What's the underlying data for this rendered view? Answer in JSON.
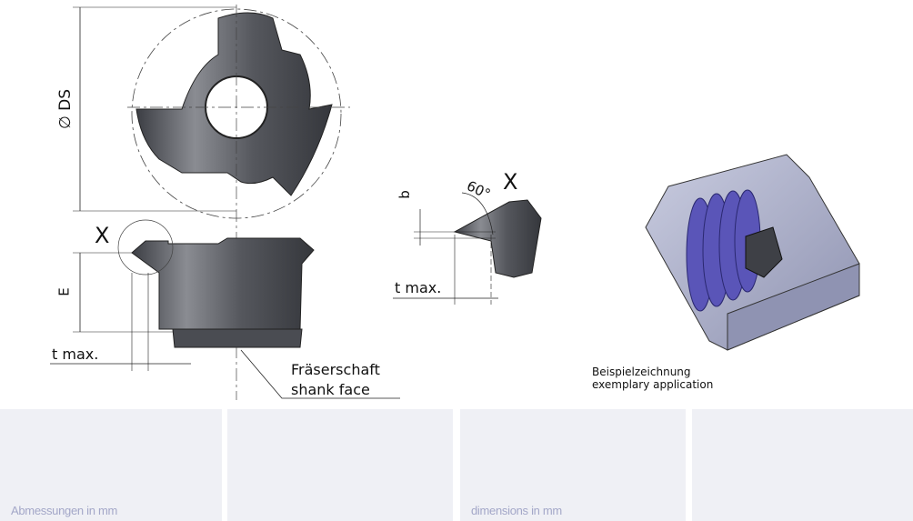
{
  "labels": {
    "diameter": "∅ DS",
    "x_top": "X",
    "x_detail": "X",
    "e": "E",
    "t_max_left": "t max.",
    "t_max_detail": "t max.",
    "b": "b",
    "angle": "60°",
    "shank_de": "Fräserschaft",
    "shank_en": "shank face",
    "example_de": "Beispielzeichnung",
    "example_en": "exemplary application"
  },
  "panels": [
    {
      "text": "Abmessungen in mm"
    },
    {
      "text": ""
    },
    {
      "text": "dimensions in mm"
    },
    {
      "text": ""
    }
  ],
  "colors": {
    "panel_bg": "#eff0f5",
    "panel_text": "#a3a7c8",
    "thread": "#5a55b8",
    "body": "#5e6066"
  }
}
